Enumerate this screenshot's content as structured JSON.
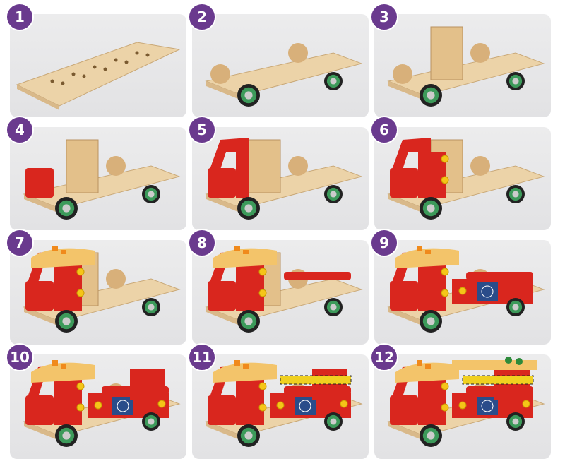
{
  "steps": [
    {
      "number": "1"
    },
    {
      "number": "2"
    },
    {
      "number": "3"
    },
    {
      "number": "4"
    },
    {
      "number": "5"
    },
    {
      "number": "6"
    },
    {
      "number": "7"
    },
    {
      "number": "8"
    },
    {
      "number": "9"
    },
    {
      "number": "10"
    },
    {
      "number": "11"
    },
    {
      "number": "12"
    }
  ],
  "colors": {
    "badge": "#6a3a8e",
    "wood": "#ecd3a8",
    "cab_red": "#d9261e",
    "roof_yellow": "#f3c46a",
    "wheel_green": "#3c9a5a",
    "bolt_yellow": "#f5c518",
    "panel_bg": "#e6e6e8"
  }
}
